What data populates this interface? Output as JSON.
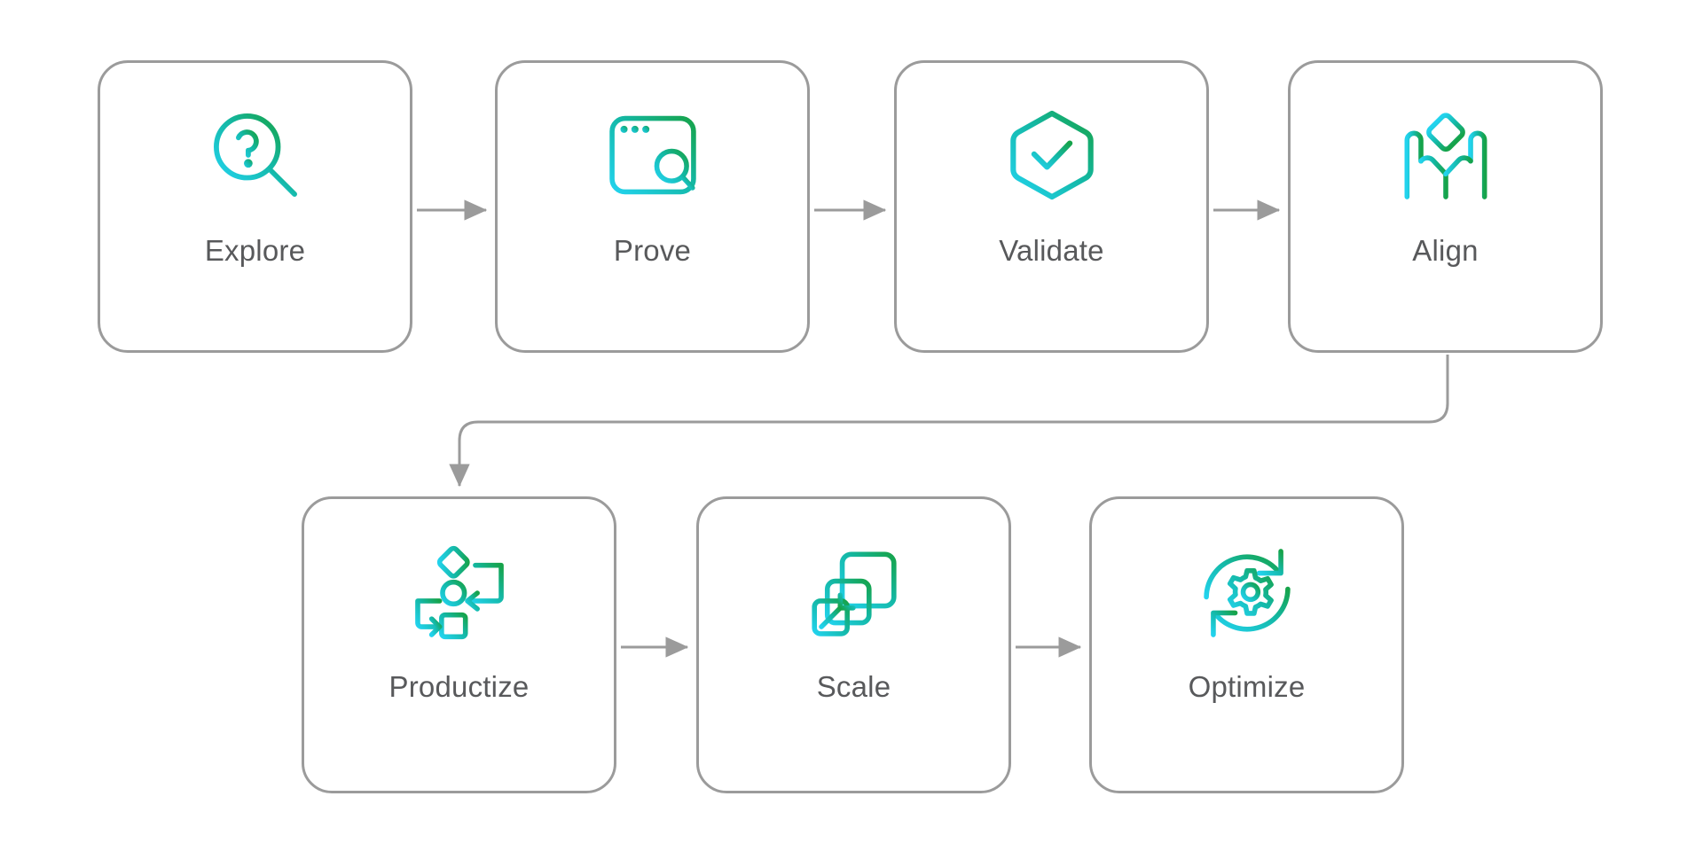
{
  "diagram": {
    "type": "flowchart",
    "title": "",
    "palette": {
      "card_border": "#9b9b9b",
      "card_fill": "#ffffff",
      "label_color": "#58595b",
      "connector": "#9b9b9b",
      "icon_gradient_start": "#22d3ee",
      "icon_gradient_end": "#16a34a",
      "page_background": "#ffffff"
    },
    "rows": [
      {
        "name": "top-row",
        "nodes": [
          {
            "id": "explore",
            "label": "Explore",
            "icon": "magnifier-question-icon"
          },
          {
            "id": "prove",
            "label": "Prove",
            "icon": "dashboard-analytics-search-icon"
          },
          {
            "id": "validate",
            "label": "Validate",
            "icon": "hexagon-check-icon"
          },
          {
            "id": "align",
            "label": "Align",
            "icon": "hands-holding-diamond-icon"
          }
        ]
      },
      {
        "name": "bottom-row",
        "nodes": [
          {
            "id": "productize",
            "label": "Productize",
            "icon": "workflow-nodes-icon"
          },
          {
            "id": "scale",
            "label": "Scale",
            "icon": "stacked-squares-arrow-icon"
          },
          {
            "id": "optimize",
            "label": "Optimize",
            "icon": "gear-refresh-icon"
          }
        ]
      }
    ],
    "connectors": [
      {
        "from": "explore",
        "to": "prove",
        "style": "straight-arrow-right"
      },
      {
        "from": "prove",
        "to": "validate",
        "style": "straight-arrow-right"
      },
      {
        "from": "validate",
        "to": "align",
        "style": "straight-arrow-right"
      },
      {
        "from": "align",
        "to": "productize",
        "style": "elbow-wrap-down-arrow"
      },
      {
        "from": "productize",
        "to": "scale",
        "style": "straight-arrow-right"
      },
      {
        "from": "scale",
        "to": "optimize",
        "style": "straight-arrow-right"
      }
    ]
  }
}
